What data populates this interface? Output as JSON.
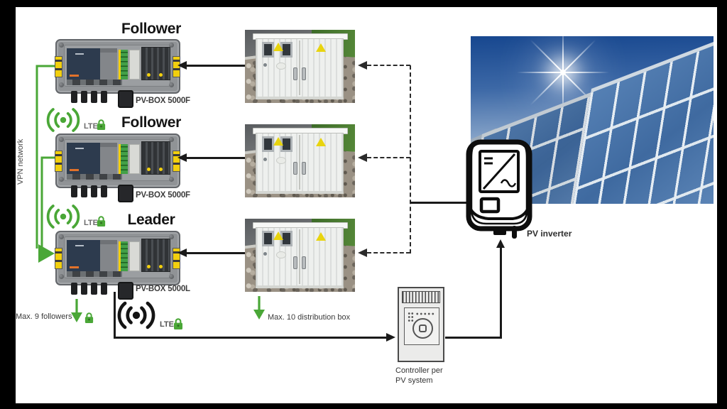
{
  "frame": {
    "background": "#000000",
    "canvas": "#ffffff"
  },
  "palette": {
    "accent_green": "#4aa737",
    "wire_black": "#1c1c1c",
    "dashed_gray": "#2a2a2a",
    "terminal_yellow": "#f2cf0e",
    "device_gray": "#909396",
    "navy_panel": "#2d3b4e"
  },
  "vpn": {
    "label": "VPN network"
  },
  "lte": {
    "label": "LTE"
  },
  "devices": [
    {
      "title": "Follower",
      "model": "PV-BOX 5000F"
    },
    {
      "title": "Follower",
      "model": "PV-BOX 5000F"
    },
    {
      "title": "Leader",
      "model": "PV-BOX 5000L"
    }
  ],
  "notes": {
    "max_followers": "Max. 9 followers",
    "max_distribution_box": "Max. 10 distribution box"
  },
  "inverter": {
    "label": "PV inverter"
  },
  "controller": {
    "label_line1": "Controller per",
    "label_line2": "PV system"
  }
}
